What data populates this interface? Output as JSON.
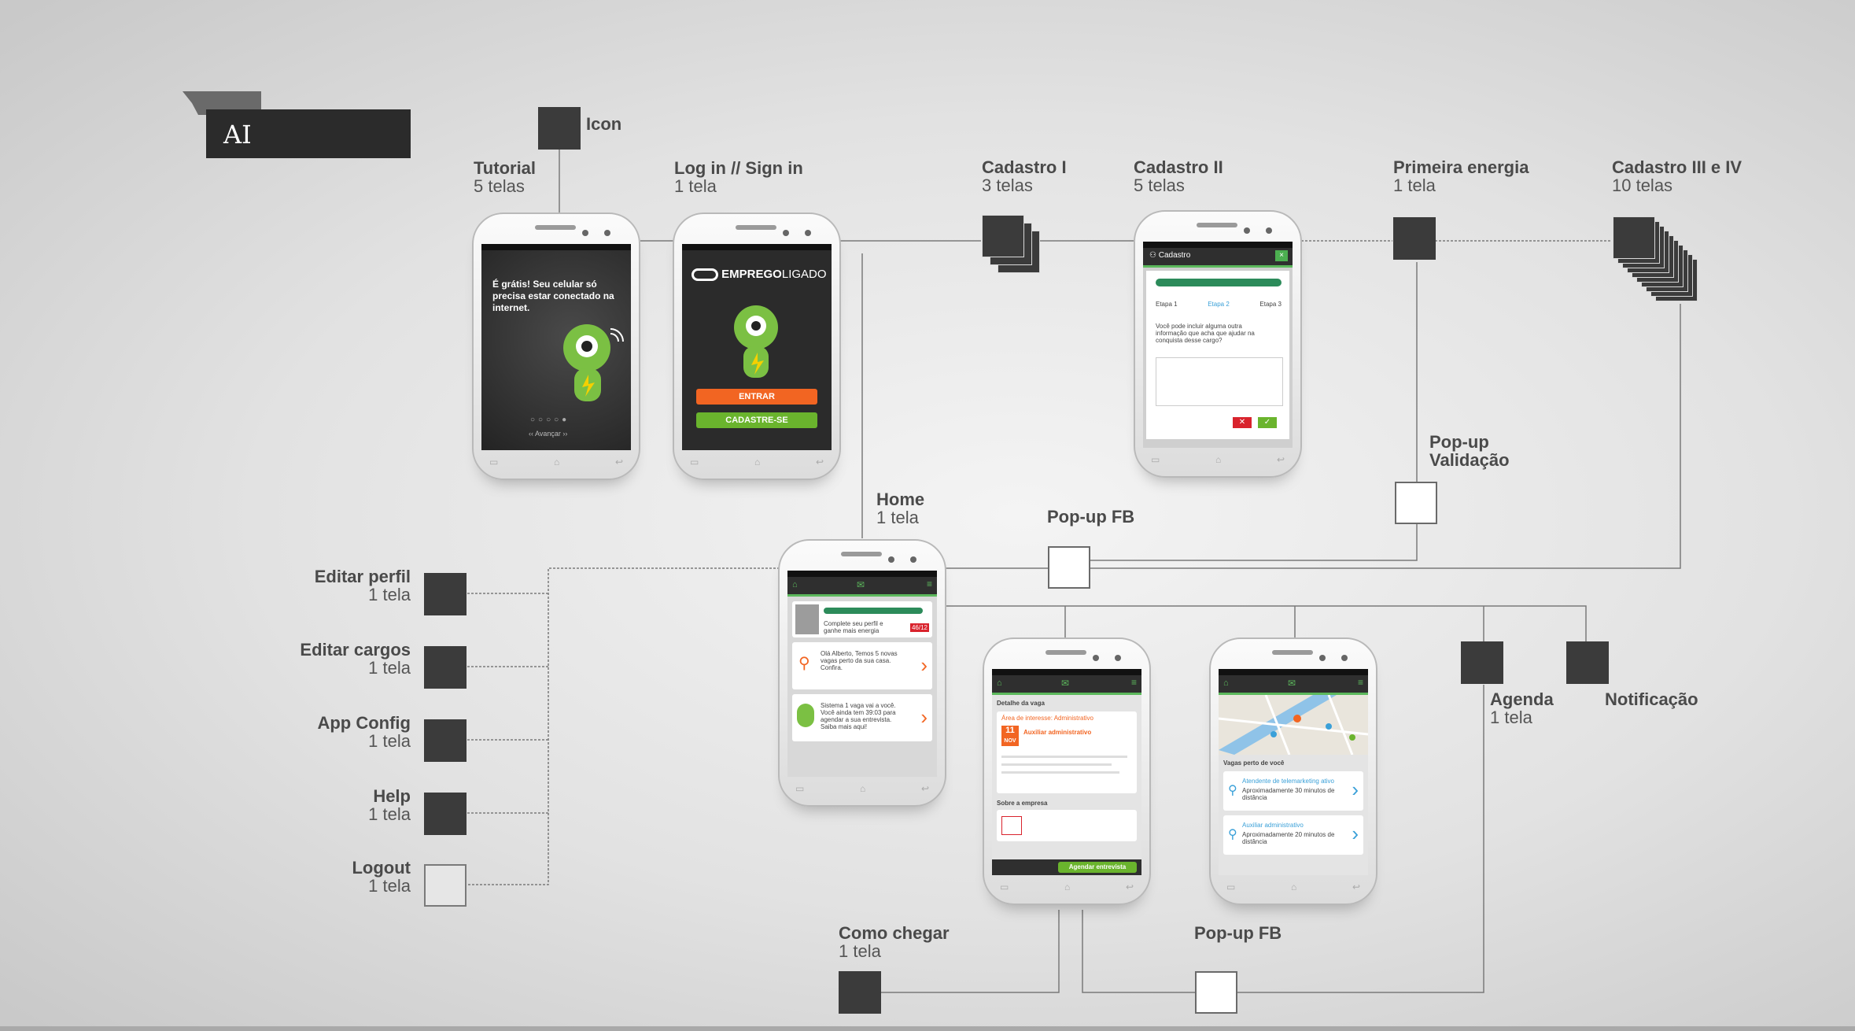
{
  "title": "AI",
  "labels": {
    "icon": "Icon",
    "tutorial": {
      "name": "Tutorial",
      "count": "5 telas"
    },
    "login": {
      "name": "Log in // Sign in",
      "count": "1 tela"
    },
    "cadastro1": {
      "name": "Cadastro I",
      "count": "3 telas"
    },
    "cadastro2": {
      "name": "Cadastro II",
      "count": "5 telas"
    },
    "primeira": {
      "name": "Primeira energia",
      "count": "1 tela"
    },
    "cadastro34": {
      "name": "Cadastro III e IV",
      "count": "10 telas"
    },
    "popup_validacao": {
      "line1": "Pop-up",
      "line2": "Validação"
    },
    "home": {
      "name": "Home",
      "count": "1 tela"
    },
    "popup_fb_top": "Pop-up FB",
    "editar_perfil": {
      "name": "Editar perfil",
      "count": "1 tela"
    },
    "editar_cargos": {
      "name": "Editar cargos",
      "count": "1 tela"
    },
    "app_config": {
      "name": "App Config",
      "count": "1 tela"
    },
    "help": {
      "name": "Help",
      "count": "1 tela"
    },
    "logout": {
      "name": "Logout",
      "count": "1 tela"
    },
    "agenda": {
      "name": "Agenda",
      "count": "1 tela"
    },
    "notificacao": "Notificação",
    "como_chegar": {
      "name": "Como chegar",
      "count": "1 tela"
    },
    "popup_fb_bottom": "Pop-up FB"
  },
  "screens": {
    "tutorial": {
      "text": "É grátis! Seu celular só precisa estar conectado na internet.",
      "nav": "Avançar"
    },
    "login": {
      "brand_a": "EMPREGO",
      "brand_b": "LIGADO",
      "enter": "ENTRAR",
      "signup": "CADASTRE-SE"
    },
    "cadastro2": {
      "header": "Cadastro",
      "steps": [
        "Etapa 1",
        "Etapa 2",
        "Etapa 3"
      ],
      "question": "Você pode incluir alguma outra informação que acha que ajudar na conquista desse cargo?"
    },
    "home": {
      "badge": "46/12",
      "profile_text": "Complete seu perfil e ganhe mais energia",
      "card1": "Olá Alberto, Temos 5 novas vagas perto da sua casa. Confira.",
      "card2": "Sistema 1 vaga vai a você. Você ainda tem 39:03 para agendar a sua entrevista. Saiba mais aqui!"
    },
    "detalhe": {
      "header": "Detalhe da vaga",
      "area": "Área de interesse: Administrativo",
      "date_day": "11",
      "date_month": "NOV",
      "job": "Auxiliar administrativo",
      "section": "Sobre a empresa",
      "cta": "Agendar entrevista"
    },
    "mapa": {
      "section": "Vagas perto de você",
      "job1": "Atendente de telemarketing ativo",
      "dist1": "Aproximadamente 30 minutos de distância",
      "job2": "Auxiliar administrativo",
      "dist2": "Aproximadamente 20 minutos de distância"
    }
  },
  "colors": {
    "orange": "#f26522",
    "green": "#6ab42d",
    "blue": "#3aa0d8",
    "dark": "#3b3b3b"
  }
}
